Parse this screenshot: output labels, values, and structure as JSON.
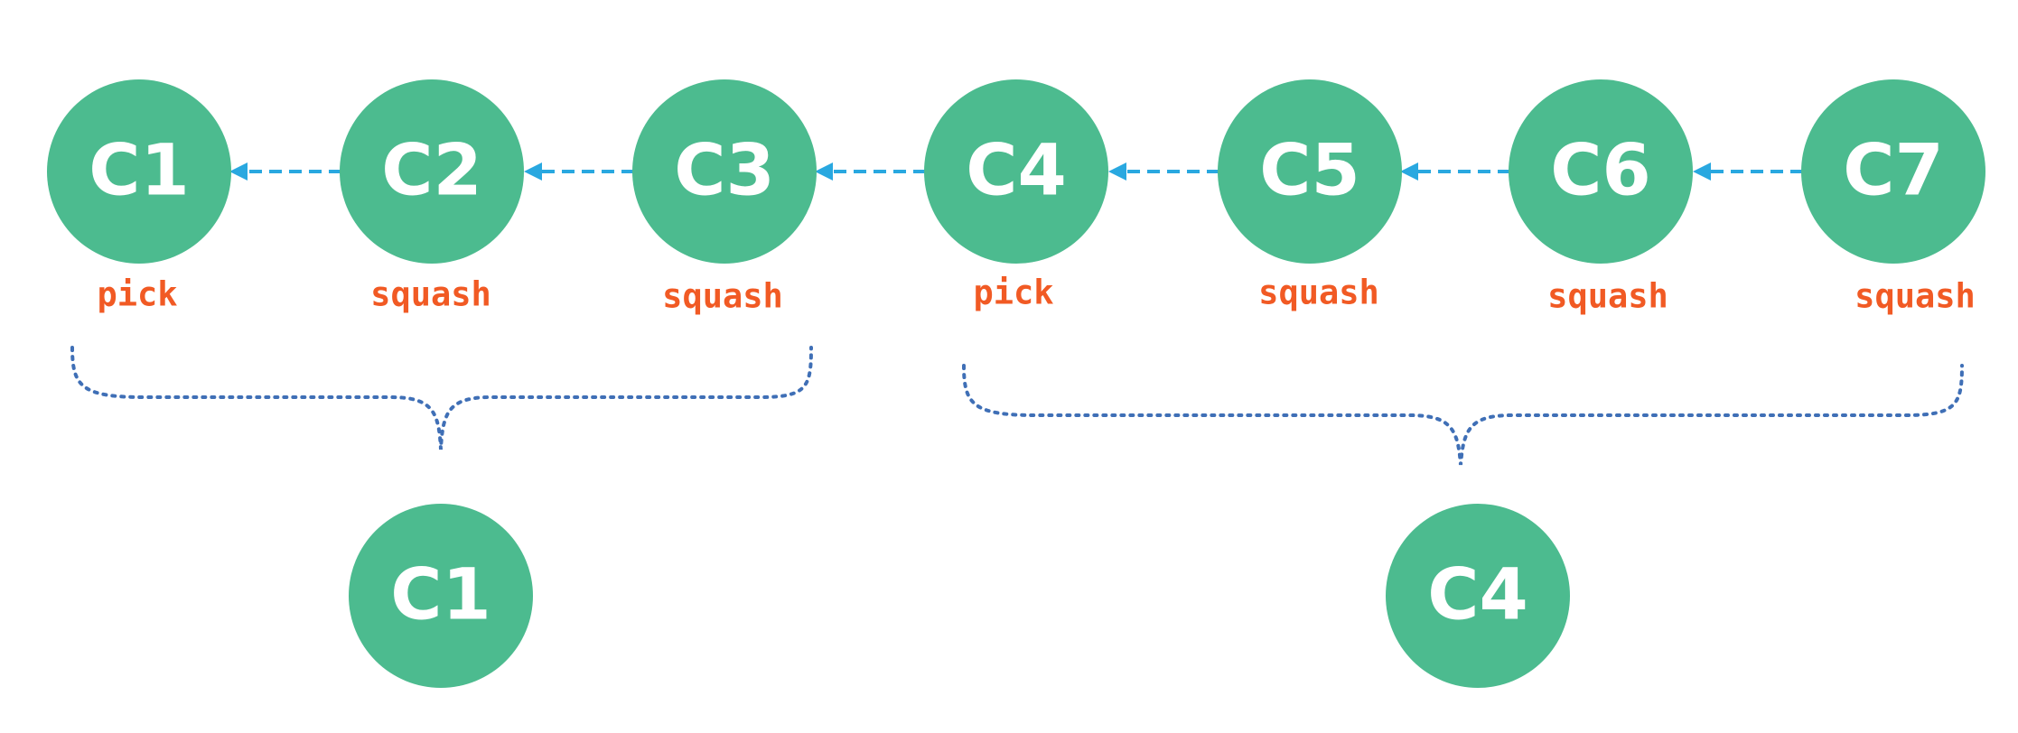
{
  "colors": {
    "node_fill": "#4cbb8f",
    "node_text": "#ffffff",
    "action_text": "#f15a24",
    "arrow": "#29a8e0",
    "brace": "#3f6fb6"
  },
  "commits": [
    {
      "label": "C1",
      "action": "pick"
    },
    {
      "label": "C2",
      "action": "squash"
    },
    {
      "label": "C3",
      "action": "squash"
    },
    {
      "label": "C4",
      "action": "pick"
    },
    {
      "label": "C5",
      "action": "squash"
    },
    {
      "label": "C6",
      "action": "squash"
    },
    {
      "label": "C7",
      "action": "squash"
    }
  ],
  "results": [
    {
      "label": "C1"
    },
    {
      "label": "C4"
    }
  ]
}
